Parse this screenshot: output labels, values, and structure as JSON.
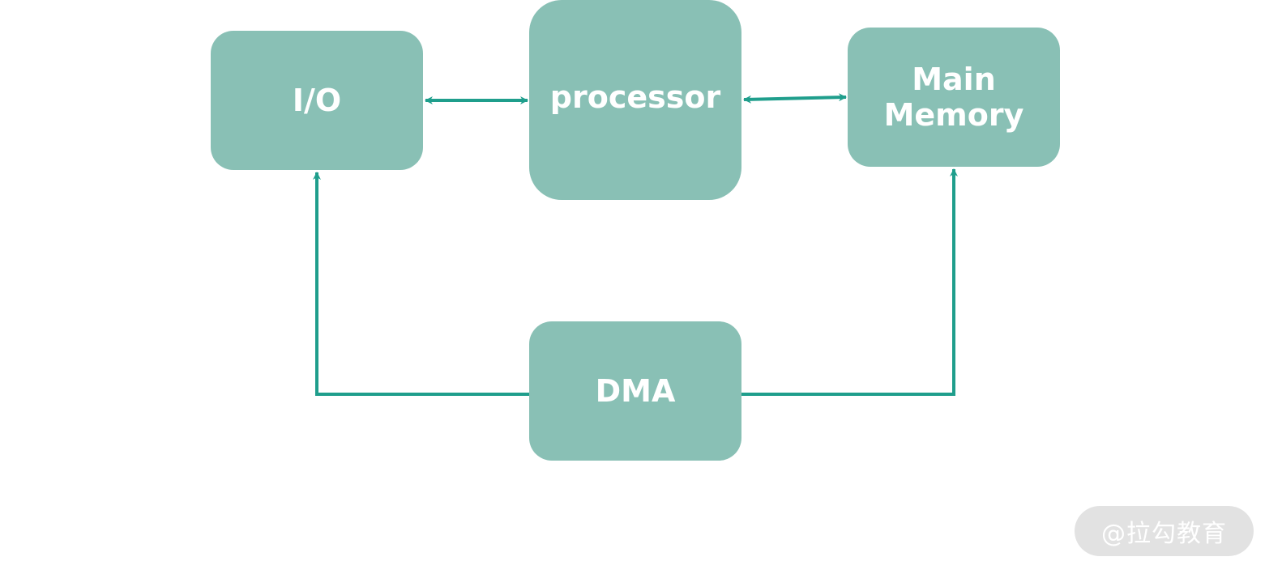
{
  "diagram": {
    "nodes": {
      "io": "I/O",
      "processor": "processor",
      "memory_line1": "Main",
      "memory_line2": "Memory",
      "dma": "DMA"
    },
    "connections": [
      {
        "from": "I/O",
        "to": "processor",
        "direction": "bidirectional"
      },
      {
        "from": "processor",
        "to": "Main Memory",
        "direction": "bidirectional"
      },
      {
        "from": "DMA",
        "to": "I/O",
        "direction": "one-way"
      },
      {
        "from": "DMA",
        "to": "Main Memory",
        "direction": "one-way"
      }
    ],
    "colors": {
      "node_fill": "#89c0b5",
      "connector": "#1f9e8c",
      "node_text": "#ffffff"
    }
  },
  "watermark": {
    "text": "@拉勾教育"
  }
}
